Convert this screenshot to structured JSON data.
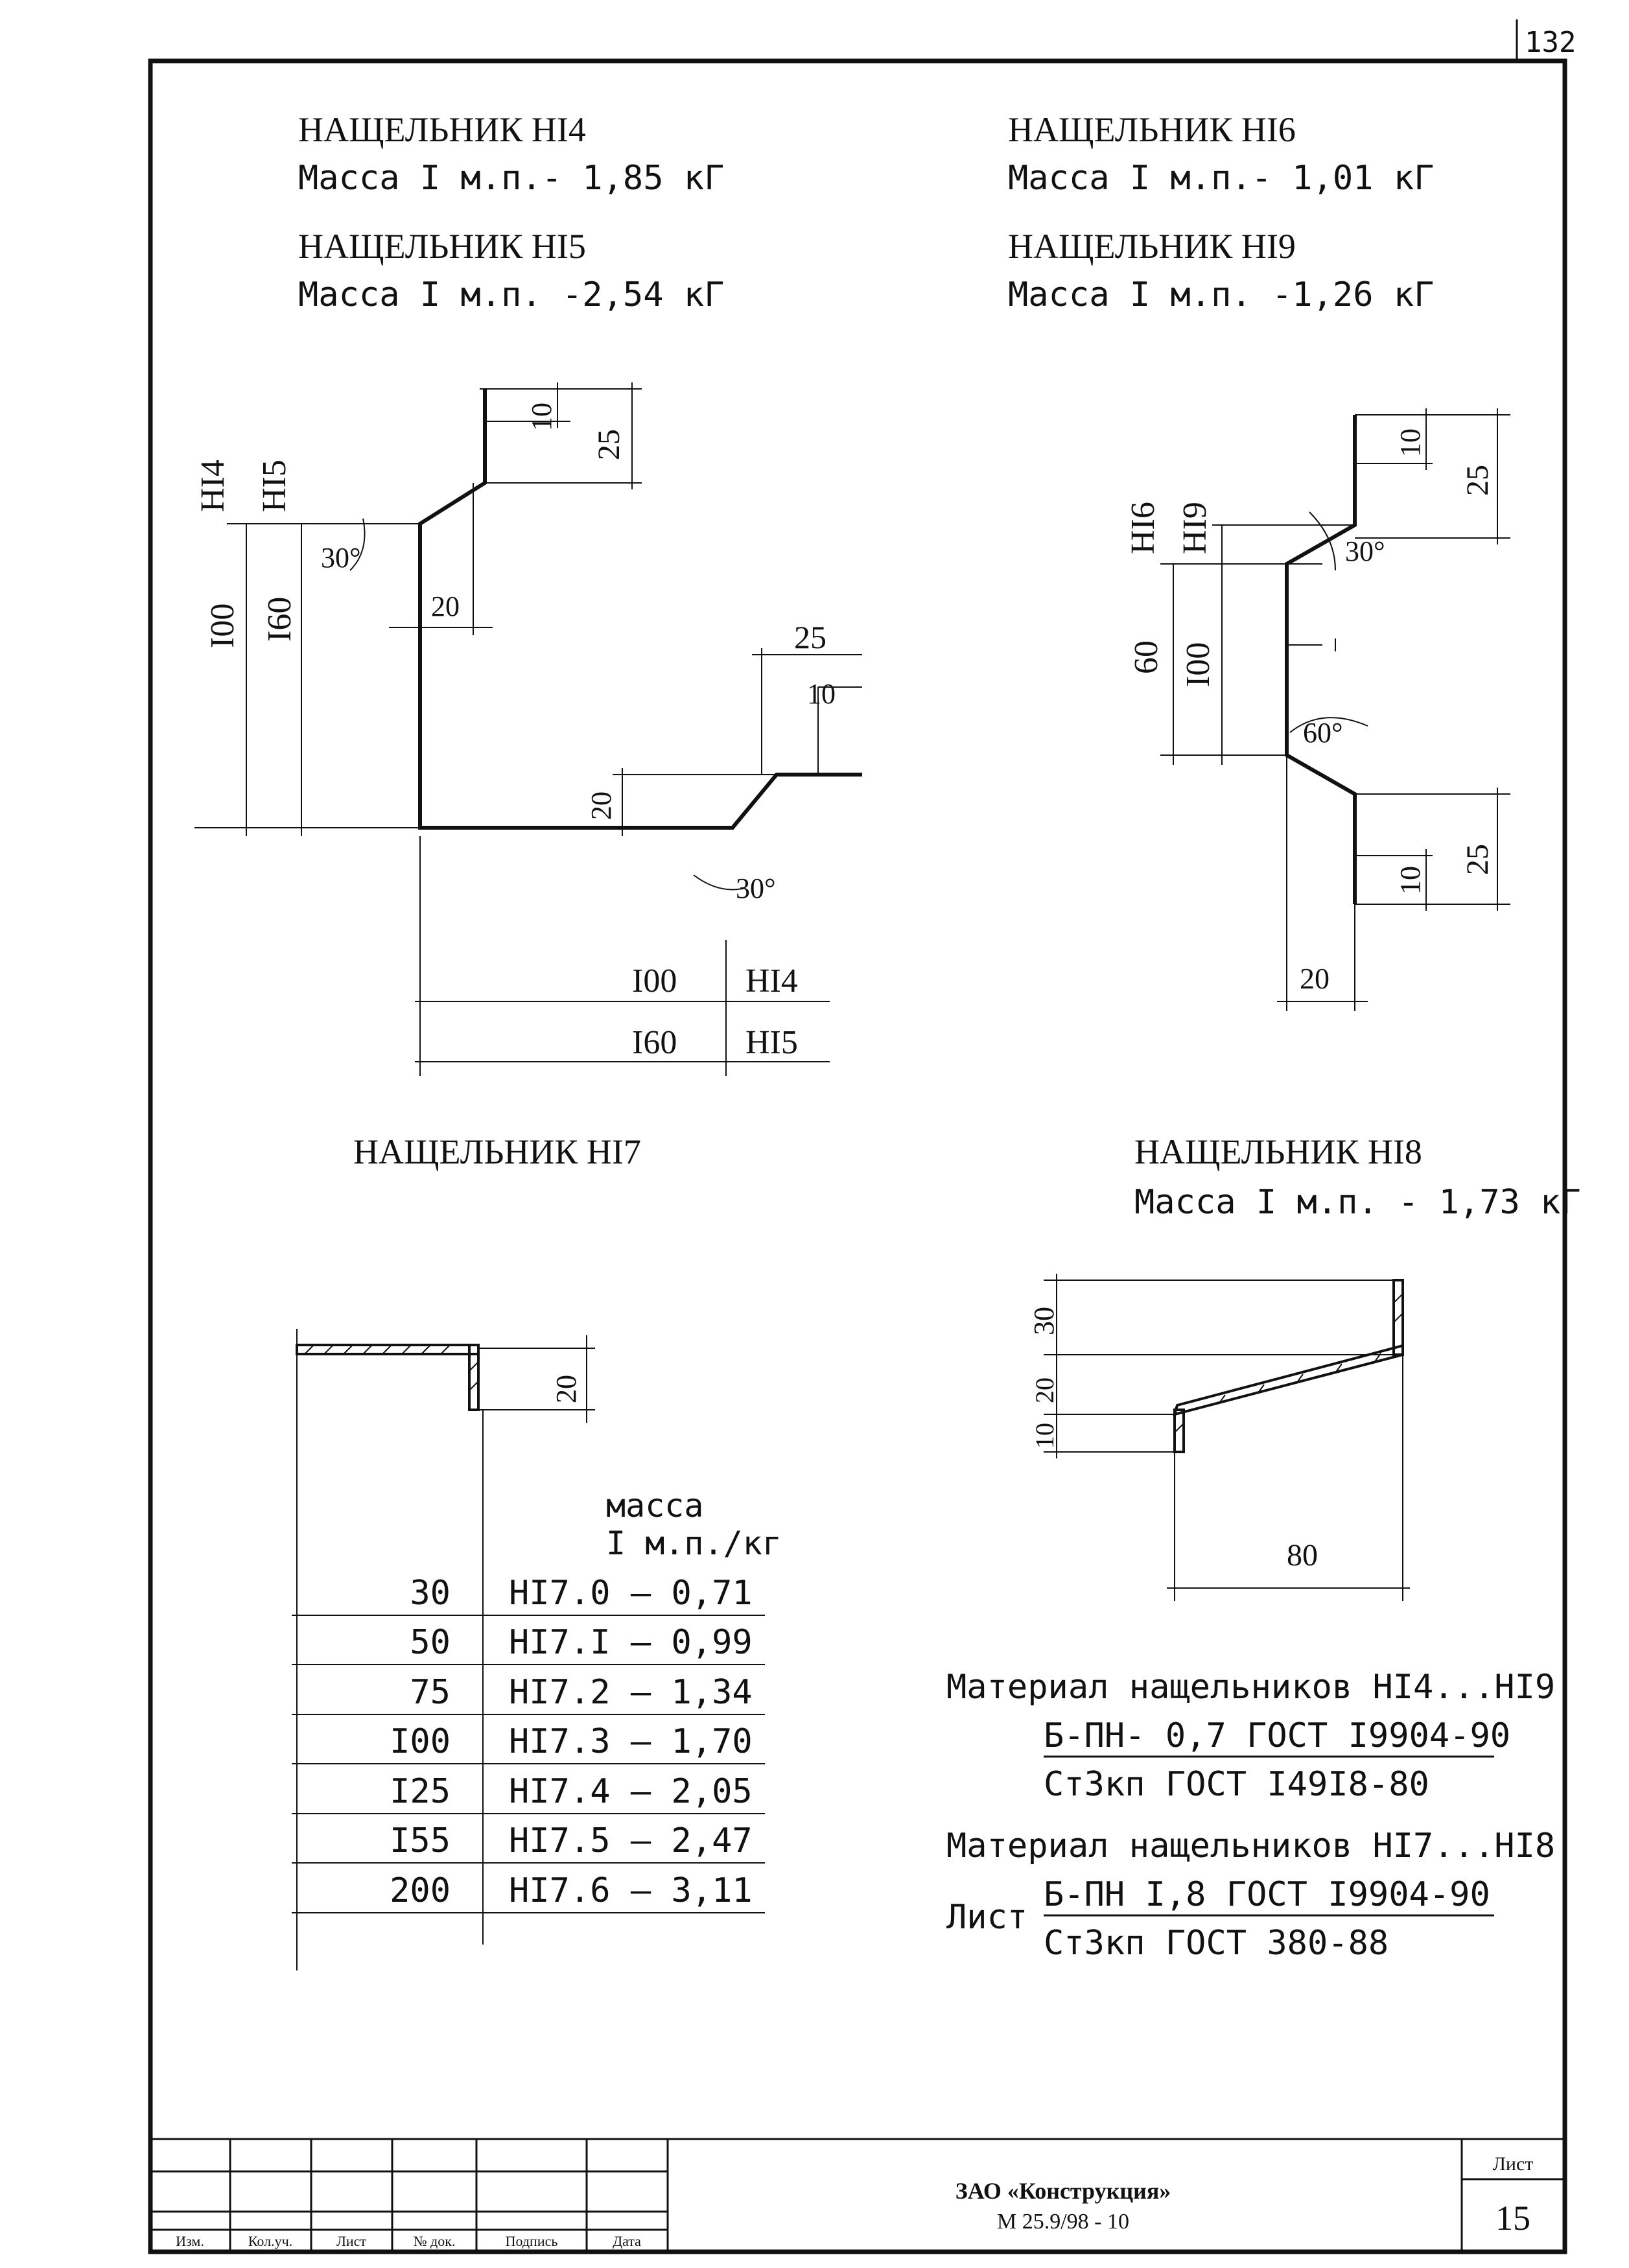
{
  "sheet_corner_number": "132",
  "blocks": {
    "n14": {
      "title": "НАЩЕЛЬНИК НI4",
      "mass": "Масса I м.п.- 1,85 кГ"
    },
    "n15": {
      "title": "НАЩЕЛЬНИК НI5",
      "mass": "Масса I м.п. -2,54 кГ"
    },
    "n16": {
      "title": "НАЩЕЛЬНИК НI6",
      "mass": "Масса I м.п.- 1,01 кГ"
    },
    "n19": {
      "title": "НАЩЕЛЬНИК НI9",
      "mass": "Масса I м.п. -1,26 кГ"
    },
    "n17": {
      "title": "НАЩЕЛЬНИК НI7"
    },
    "n18": {
      "title": "НАЩЕЛЬНИК НI8",
      "mass": "Масса I м.п. - 1,73 кГ"
    }
  },
  "dims_a": {
    "n14": "НI4",
    "n15": "НI5",
    "h100": "I00",
    "h160": "I60",
    "d10": "10",
    "d25": "25",
    "a30": "30°",
    "d20": "20",
    "d25b": "25",
    "d10b": "10",
    "d20b": "20",
    "a30b": "30°",
    "w100": "I00",
    "w160": "I60",
    "wn14": "НI4",
    "wn15": "НI5"
  },
  "dims_b": {
    "n16": "НI6",
    "n19": "НI9",
    "h60": "60",
    "h100": "I00",
    "d10": "10",
    "d25": "25",
    "a30": "30°",
    "a60": "60°",
    "d10b": "10",
    "d25b": "25",
    "d20": "20"
  },
  "dims_c": {
    "d20": "20"
  },
  "dims_d": {
    "d30": "30",
    "d20": "20",
    "d10": "10",
    "w80": "80"
  },
  "n17_table": {
    "header_line1": "масса",
    "header_line2": "I м.п./кг",
    "rows": [
      {
        "size": "30",
        "value": "НI7.0 – 0,71"
      },
      {
        "size": "50",
        "value": "НI7.I – 0,99"
      },
      {
        "size": "75",
        "value": "НI7.2 – 1,34"
      },
      {
        "size": "I00",
        "value": "НI7.3 – 1,70"
      },
      {
        "size": "I25",
        "value": "НI7.4 – 2,05"
      },
      {
        "size": "I55",
        "value": "НI7.5 – 2,47"
      },
      {
        "size": "200",
        "value": "НI7.6 – 3,11"
      }
    ]
  },
  "materials": {
    "a_title": "Материал нащельников НI4...НI9",
    "a_line1": "Б-ПН- 0,7 ГОСТ I9904-90",
    "a_line2": "Ст3кп ГОСТ I49I8-80",
    "b_title": "Материал нащельников НI7...НI8",
    "b_prefix": "Лист",
    "b_line1": "Б-ПН I,8 ГОСТ I9904-90",
    "b_line2": "Ст3кп ГОСТ 380-88"
  },
  "title_block": {
    "columns": [
      "Изм.",
      "Кол.уч.",
      "Лист",
      "№ док.",
      "Подпись",
      "Дата"
    ],
    "company": "ЗАО «Конструкция»",
    "code": "М 25.9/98 - 10",
    "sheet_label": "Лист",
    "sheet_number": "15"
  }
}
